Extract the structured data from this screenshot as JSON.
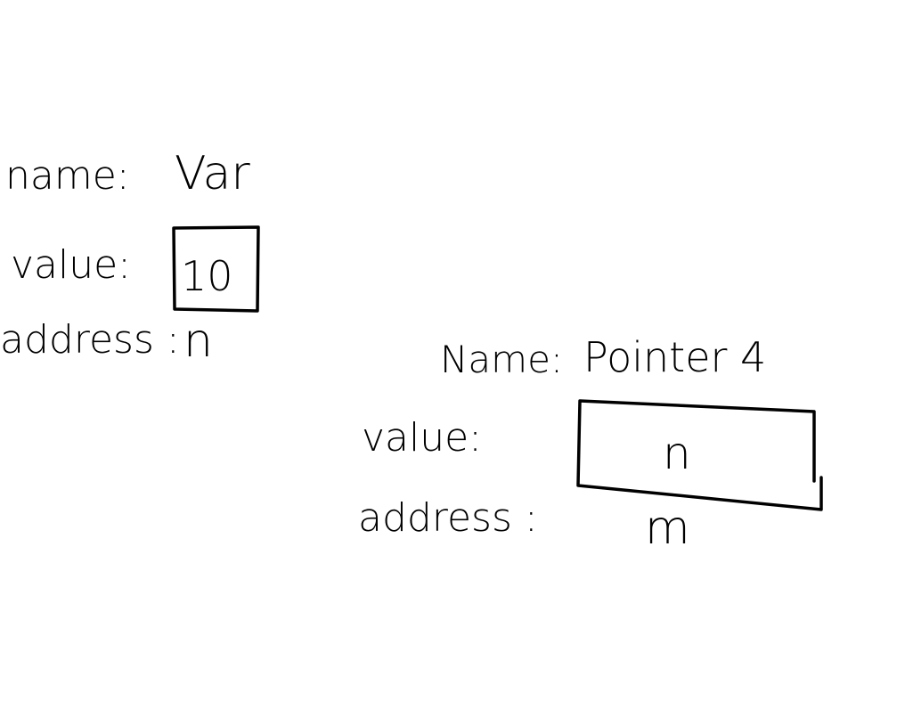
{
  "ink_color": "#000000",
  "background_color": "#ffffff",
  "variable": {
    "name_label": "name:",
    "name_value": "Var",
    "value_label": "value:",
    "value": "10",
    "address_label": "address :",
    "address": "n"
  },
  "pointer": {
    "name_label": "Name:",
    "name_value": "Pointer 4",
    "value_label": "value:",
    "value": "n",
    "address_label": "address :",
    "address": "m"
  }
}
